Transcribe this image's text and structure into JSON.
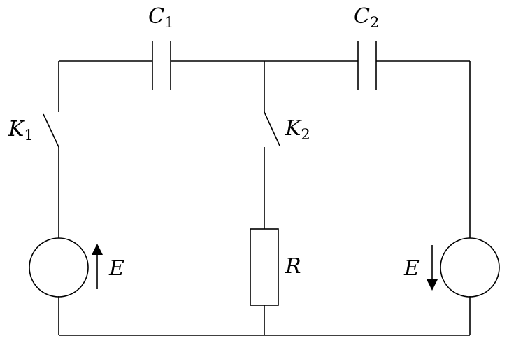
{
  "capacitor_1": {
    "symbol": "C",
    "subscript": "1"
  },
  "capacitor_2": {
    "symbol": "C",
    "subscript": "2"
  },
  "switch_1": {
    "symbol": "K",
    "subscript": "1"
  },
  "switch_2": {
    "symbol": "K",
    "subscript": "2"
  },
  "resistor": {
    "symbol": "R"
  },
  "source_left": {
    "symbol": "E",
    "arrow": "up"
  },
  "source_right": {
    "symbol": "E",
    "arrow": "down"
  }
}
